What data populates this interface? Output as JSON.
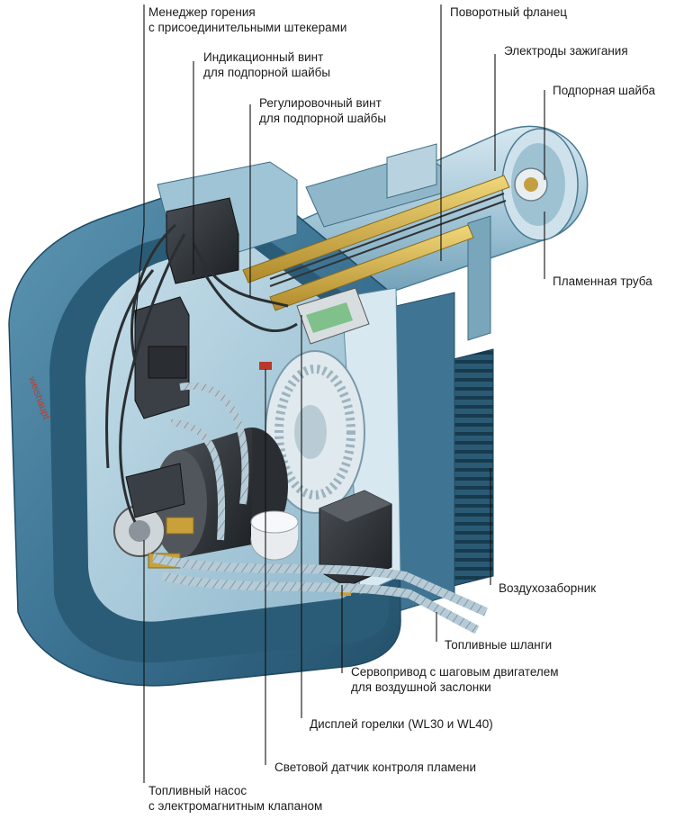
{
  "labels": {
    "combustion_manager": [
      "Менеджер горения",
      "с присоединительными штекерами"
    ],
    "indicator_screw": [
      "Индикационный винт",
      "для подпорной шайбы"
    ],
    "adjust_screw": [
      "Регулировочный винт",
      "для подпорной шайбы"
    ],
    "rotary_flange": [
      "Поворотный фланец"
    ],
    "ignition_electrodes": [
      "Электроды зажигания"
    ],
    "baffle_disc": [
      "Подпорная шайба"
    ],
    "flame_tube": [
      "Пламенная труба"
    ],
    "air_intake": [
      "Воздухозаборник"
    ],
    "fuel_hoses": [
      "Топливные шланги"
    ],
    "servo_motor": [
      "Сервопривод с шаговым двигателем",
      "для воздушной заслонки"
    ],
    "burner_display": [
      "Дисплей горелки (WL30 и WL40)"
    ],
    "flame_sensor": [
      "Световой датчик контроля пламени"
    ],
    "fuel_pump": [
      "Топливный насос",
      "с электромагнитным клапаном"
    ]
  },
  "colors": {
    "housing_dark": "#2d5f7a",
    "housing_mid": "#4c86a3",
    "housing_light": "#a9cbdc",
    "brass": "#d7b54a",
    "hose": "#9fb7c4",
    "leader": "#1a1a1a"
  }
}
